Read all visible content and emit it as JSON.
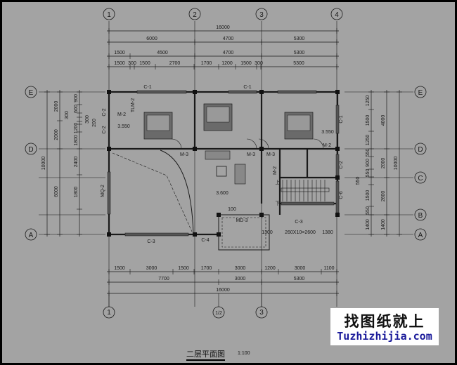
{
  "drawing": {
    "title": "二层平面图",
    "scale": "1:100"
  },
  "watermark": {
    "line1": "找图纸就上",
    "line2": "Tuzhizhijia.com"
  },
  "axes": {
    "top": [
      "1",
      "2",
      "3",
      "4"
    ],
    "bottom": [
      "1",
      "1/2",
      "3"
    ],
    "left": [
      "E",
      "D",
      "A"
    ],
    "right": [
      "E",
      "D",
      "C",
      "B",
      "A"
    ]
  },
  "dims": {
    "top0": [
      "16000"
    ],
    "top1": [
      "6000",
      "4700",
      "5300"
    ],
    "top2": [
      "1500",
      "4500",
      "4700",
      "5300"
    ],
    "top3": [
      "1500",
      "300",
      "1500",
      "2700",
      "1700",
      "1200",
      "1500",
      "300",
      "5300"
    ],
    "bot0": [
      "1500",
      "3000",
      "1500",
      "1700",
      "3000",
      "1200",
      "3000",
      "1100"
    ],
    "bot1": [
      "7700",
      "3000",
      "5300"
    ],
    "bot2": [
      "16000"
    ],
    "left0": [
      "10000"
    ],
    "left1": [
      "2000",
      "2000",
      "6000"
    ],
    "left2": [
      "900",
      "600",
      "300",
      "300",
      "200",
      "1200",
      "1800",
      "2400",
      "1800"
    ],
    "right0": [
      "1250",
      "1500",
      "1250",
      "550",
      "900",
      "550",
      "550",
      "1500",
      "550",
      "1400"
    ],
    "right1": [
      "4000",
      "2000",
      "2600",
      "1400"
    ],
    "right2": [
      "10000"
    ]
  },
  "labels": {
    "c1a": "C-1",
    "c1b": "C-1",
    "c1r": "C-1",
    "c2a": "C-2",
    "c2b": "C-2",
    "c2r": "C-2",
    "c6": "C-6",
    "m2a": "M-2",
    "m2b": "M-2",
    "m2c": "M-2",
    "tlm2": "TLM-2",
    "m3a": "M-3",
    "m3b": "M-3",
    "m3c": "M-3",
    "mq2": "MQ-2",
    "c3a": "C-3",
    "c3b": "C-3",
    "c4": "C-4",
    "md3": "MD-3",
    "el1": "3.550",
    "el2": "3.550",
    "el3": "3.600",
    "el4": "100",
    "st1": "1300",
    "st2": "260X10=2600",
    "st3": "1380",
    "up": "上",
    "down": "下"
  },
  "colors": {
    "background": "#a3a3a3",
    "line": "#1a1a1a",
    "watermark_text": "#1a1a9a"
  }
}
